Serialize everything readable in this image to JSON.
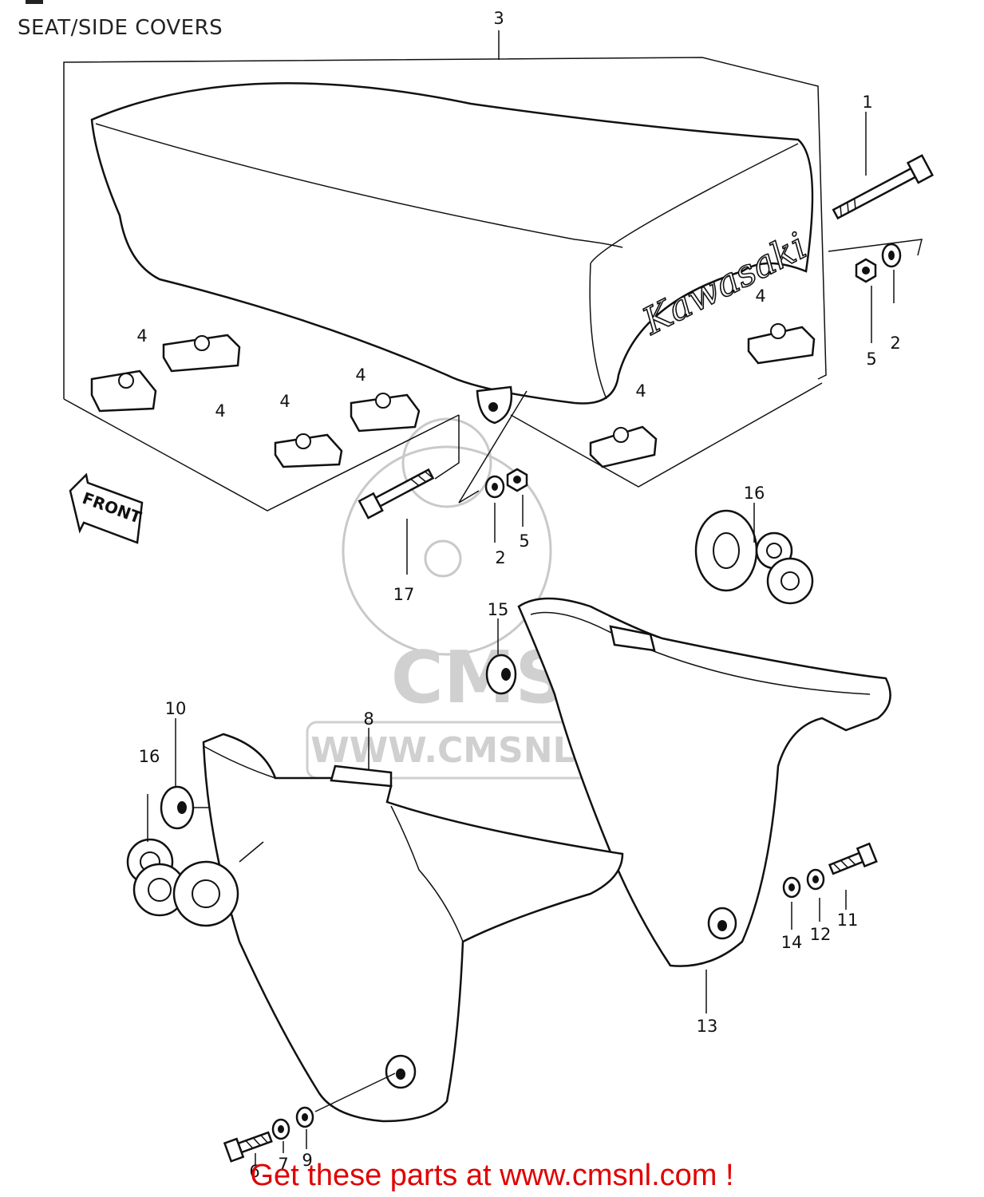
{
  "title": "SEAT/SIDE COVERS",
  "promo": "Get these parts at www.cmsnl.com !",
  "watermark": {
    "text": "WWW.CMSNL.COM",
    "logo": "CMS"
  },
  "seat_brand": "Kawasaki",
  "front_label": "FRONT",
  "callouts": {
    "c3": "3",
    "c1": "1",
    "c2a": "2",
    "c5a": "5",
    "c4a": "4",
    "c4b": "4",
    "c4c": "4",
    "c4d": "4",
    "c4e": "4",
    "c4f": "4",
    "c2b": "2",
    "c5b": "5",
    "c17": "17",
    "c16a": "16",
    "c15": "15",
    "c10": "10",
    "c16b": "16",
    "c8": "8",
    "c13": "13",
    "c11": "11",
    "c12": "12",
    "c14": "14",
    "c6": "6",
    "c7": "7",
    "c9": "9"
  }
}
